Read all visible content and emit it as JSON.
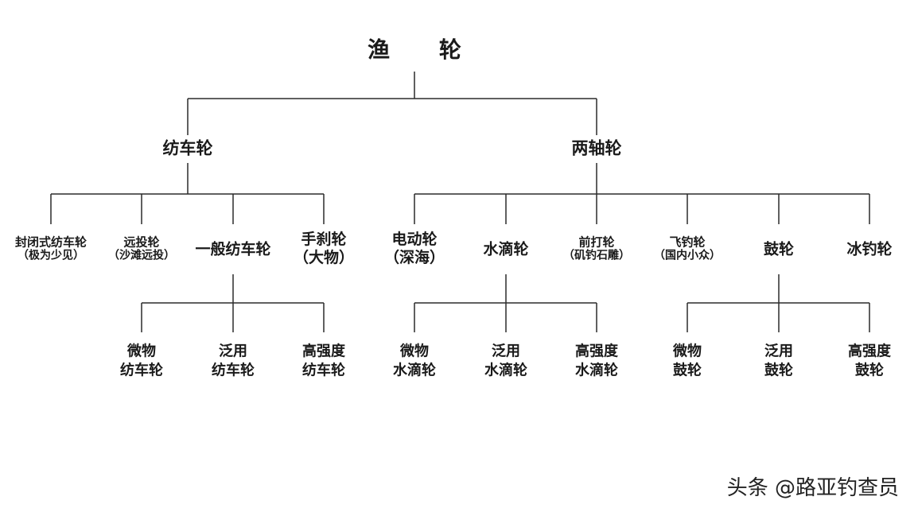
{
  "root": "渔  轮",
  "level1": {
    "spinning": "纺车轮",
    "baitcasting": "两轴轮"
  },
  "spinning_types": {
    "sealed": [
      "封闭式纺车轮",
      "（极为少见）"
    ],
    "surf": [
      "远投轮",
      "（沙滩远投）"
    ],
    "general": [
      "一般纺车轮"
    ],
    "hand_brake": [
      "手刹轮",
      "（大物）"
    ]
  },
  "baitcasting_types": {
    "electric": [
      "电动轮",
      "（深海）"
    ],
    "water_drop": [
      "水滴轮"
    ],
    "front_strike": [
      "前打轮",
      "（矶钓石雕）"
    ],
    "fly": [
      "飞钓轮",
      "（国内小众）"
    ],
    "drum": [
      "鼓轮"
    ],
    "ice": [
      "冰钓轮"
    ]
  },
  "general_spinning_sizes": [
    [
      "微物",
      "纺车轮"
    ],
    [
      "泛用",
      "纺车轮"
    ],
    [
      "高强度",
      "纺车轮"
    ]
  ],
  "water_drop_sizes": [
    [
      "微物",
      "水滴轮"
    ],
    [
      "泛用",
      "水滴轮"
    ],
    [
      "高强度",
      "水滴轮"
    ]
  ],
  "drum_sizes": [
    [
      "微物",
      "鼓轮"
    ],
    [
      "泛用",
      "鼓轮"
    ],
    [
      "高强度",
      "鼓轮"
    ]
  ],
  "watermark": "头条 @路亚钓查员",
  "colors": {
    "line": "#2b2b2b",
    "text": "#1a1a1a"
  }
}
